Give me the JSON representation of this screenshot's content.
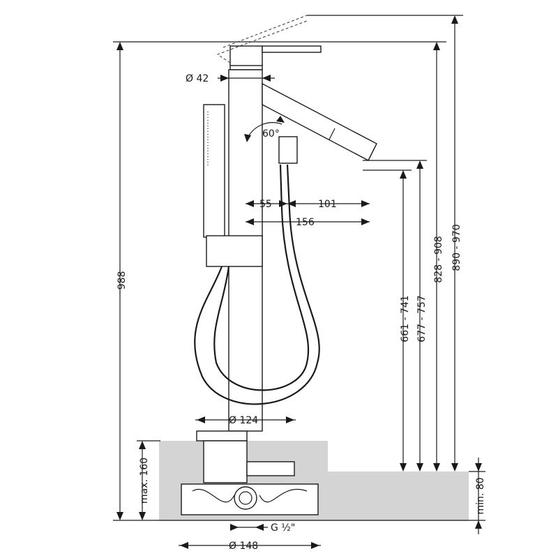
{
  "dimensions": {
    "overall_height": "988",
    "spout_range_1": "890 - 970",
    "spout_range_2": "828 - 908",
    "spout_range_3": "677 - 757",
    "spout_range_4": "661 - 741",
    "max_installation_depth": "max. 160",
    "min_clearance": "min. 80",
    "handle_diameter": "Ø 42",
    "spout_angle": "60°",
    "distance_a": "55",
    "distance_b": "101",
    "distance_c": "156",
    "cover_diameter": "Ø 124",
    "base_diameter": "Ø 148",
    "connection_thread": "G ½\""
  }
}
